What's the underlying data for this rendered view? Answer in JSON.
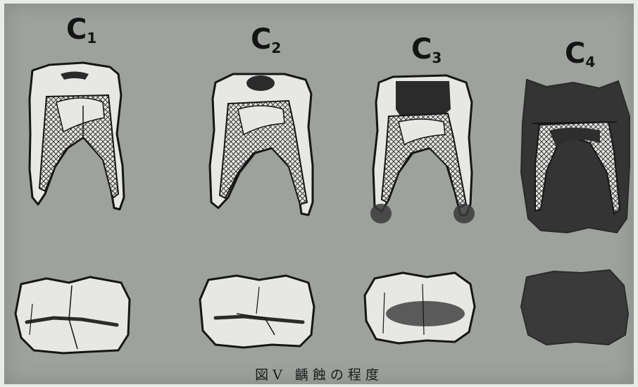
{
  "stages": [
    {
      "prefix": "C",
      "index": "1"
    },
    {
      "prefix": "C",
      "index": "2"
    },
    {
      "prefix": "C",
      "index": "3"
    },
    {
      "prefix": "C",
      "index": "4"
    }
  ],
  "caption": "図Ⅴ 齲蝕の程度",
  "colors": {
    "paper": "#9da29d",
    "tooth": "#e7e8e4",
    "outline": "#161616",
    "caries": "#2b2b2b"
  }
}
